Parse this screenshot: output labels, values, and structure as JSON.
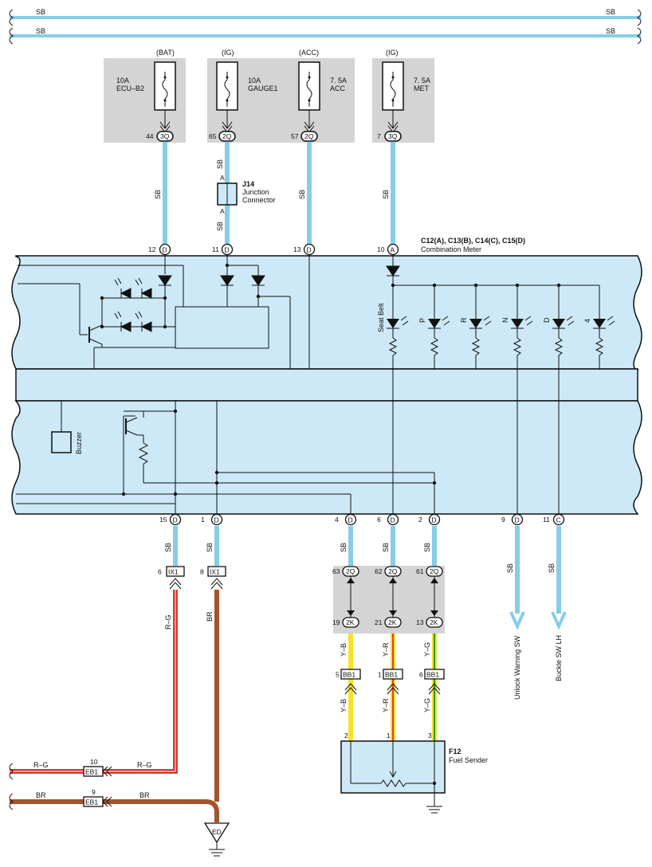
{
  "colors": {
    "sb": "#86cde8",
    "meter_fill": "#cde9f7",
    "panel_gray": "#d4d4d4",
    "br": "#a4532c",
    "rg_red": "#e0201c",
    "rg_green": "#2f9a3a",
    "yellow": "#f7e227",
    "orange_red": "#e8402a"
  },
  "bus": {
    "top_label": "SB",
    "bottom_label": "SB"
  },
  "fuses": [
    {
      "source": "(BAT)",
      "amp": "10A",
      "name": "ECU–B2",
      "pin": "44",
      "conn": "3Q"
    },
    {
      "source": "(IG)",
      "amp": "10A",
      "name": "GAUGE1",
      "pin": "65",
      "conn": "2Q"
    },
    {
      "source": "(ACC)",
      "amp": "7. 5A",
      "name": "ACC",
      "pin": "57",
      "conn": "2Q"
    },
    {
      "source": "(IG)",
      "amp": "7. 5A",
      "name": "MET",
      "pin": "7",
      "conn": "3Q"
    }
  ],
  "junction": {
    "id": "J14",
    "name1": "Junction",
    "name2": "Connector",
    "pin_top": "A",
    "pin_bottom": "A"
  },
  "meter": {
    "id": "C12(A), C13(B), C14(C), C15(D)",
    "name": "Combination Meter",
    "top_pins": [
      {
        "num": "12",
        "conn": "D"
      },
      {
        "num": "11",
        "conn": "D"
      },
      {
        "num": "13",
        "conn": "D"
      },
      {
        "num": "10",
        "conn": "A"
      }
    ],
    "indicators": [
      "Seat Belt",
      "P",
      "R",
      "N",
      "D",
      "4"
    ],
    "buzzer": "Buzzer",
    "bottom_pins": [
      {
        "num": "15",
        "conn": "D"
      },
      {
        "num": "1",
        "conn": "D"
      },
      {
        "num": "4",
        "conn": "D"
      },
      {
        "num": "6",
        "conn": "D"
      },
      {
        "num": "2",
        "conn": "D"
      },
      {
        "num": "9",
        "conn": "D"
      },
      {
        "num": "11",
        "conn": "C"
      }
    ]
  },
  "wire_labels": {
    "sb": "SB",
    "rg": "R–G",
    "br": "BR",
    "yb": "Y–B",
    "yr": "Y–R",
    "yg": "Y–G"
  },
  "ix1": [
    {
      "pin": "6",
      "name": "IX1"
    },
    {
      "pin": "8",
      "name": "IX1"
    }
  ],
  "j2q": [
    {
      "pin": "63",
      "conn": "2Q"
    },
    {
      "pin": "62",
      "conn": "2Q"
    },
    {
      "pin": "61",
      "conn": "2Q"
    }
  ],
  "j2k": [
    {
      "pin": "19",
      "conn": "2K"
    },
    {
      "pin": "21",
      "conn": "2K"
    },
    {
      "pin": "13",
      "conn": "2K"
    }
  ],
  "bb1": [
    {
      "pin": "5",
      "name": "BB1"
    },
    {
      "pin": "1",
      "name": "BB1"
    },
    {
      "pin": "6",
      "name": "BB1"
    }
  ],
  "eb1": [
    {
      "pin": "10",
      "name": "EB1"
    },
    {
      "pin": "9",
      "name": "EB1"
    }
  ],
  "sender": {
    "id": "F12",
    "name": "Fuel Sender",
    "pins": [
      "2",
      "1",
      "3"
    ]
  },
  "outputs": [
    "Unlock Warning SW",
    "Buckle SW LH"
  ],
  "ground": "ED"
}
